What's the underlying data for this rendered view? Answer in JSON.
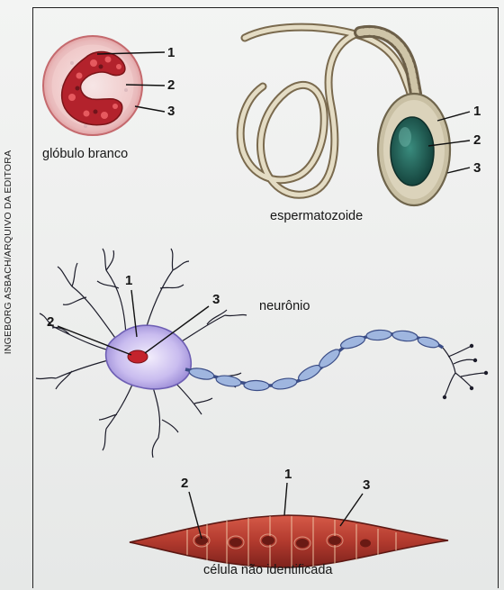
{
  "credit": "INGEBORG ASBACH/ARQUIVO DA EDITORA",
  "cells": {
    "white_blood_cell": {
      "caption": "glóbulo branco",
      "n1": "1",
      "n2": "2",
      "n3": "3"
    },
    "sperm": {
      "caption": "espermatozoide",
      "n1": "1",
      "n2": "2",
      "n3": "3"
    },
    "neuron": {
      "caption": "neurônio",
      "n1": "1",
      "n2": "2",
      "n3": "3"
    },
    "unknown": {
      "caption": "célula não identificada",
      "n1": "1",
      "n2": "2",
      "n3": "3"
    }
  },
  "colors": {
    "frame": "#222222",
    "wbc_membrane": "#e9b7b8",
    "wbc_nucleus": "#b3222c",
    "sperm_head": "#1f5a52",
    "neuron_body": "#b6a7e0",
    "muscle": "#b23a2e"
  }
}
